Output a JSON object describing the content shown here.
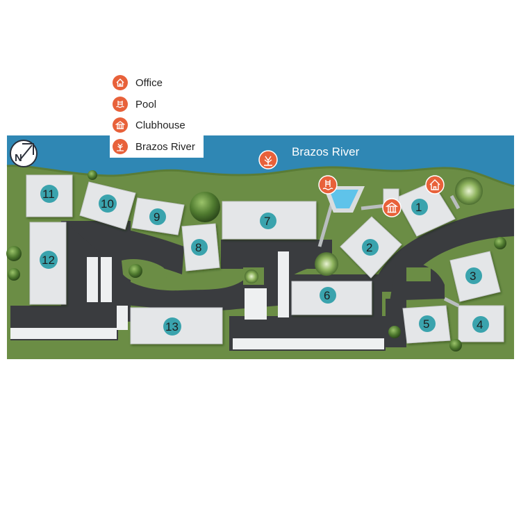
{
  "legend": {
    "items": [
      {
        "label": "Office",
        "icon": "office-icon"
      },
      {
        "label": "Pool",
        "icon": "pool-icon"
      },
      {
        "label": "Clubhouse",
        "icon": "clubhouse-icon"
      },
      {
        "label": "Brazos River",
        "icon": "river-icon"
      }
    ]
  },
  "map": {
    "river_label": "Brazos River",
    "compass_label": "N",
    "buildings": [
      "1",
      "2",
      "3",
      "4",
      "5",
      "6",
      "7",
      "8",
      "9",
      "10",
      "11",
      "12",
      "13"
    ]
  },
  "colors": {
    "river": "#2f87b4",
    "grass": "#6b8d45",
    "road": "#3a3c3f",
    "building_roof": "#e4e6e8",
    "building_badge": "#3aa3ad",
    "amenity": "#e8613a",
    "walkway": "#b9bdbf"
  }
}
